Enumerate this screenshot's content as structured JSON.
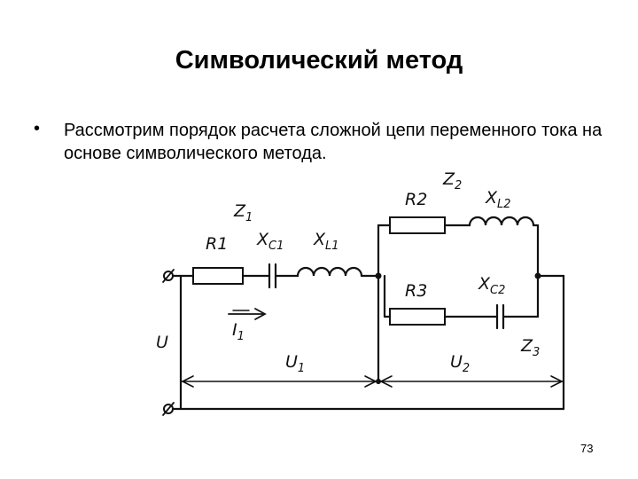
{
  "slide": {
    "title": "Символический метод",
    "bullet_symbol": "•",
    "bullet_text": "Рассмотрим порядок расчета сложной цепи переменного тока на основе символического метода.",
    "page_number": "73"
  },
  "diagram": {
    "labels": {
      "z1": "Z",
      "z1_sub": "1",
      "r1": "R1",
      "xc1": "X",
      "xc1_sub": "C1",
      "xl1": "X",
      "xl1_sub": "L1",
      "r2": "R2",
      "z2": "Z",
      "z2_sub": "2",
      "xl2": "X",
      "xl2_sub": "L2",
      "r3": "R3",
      "xc2": "X",
      "xc2_sub": "C2",
      "i1": "I",
      "i1_sub": "1",
      "u": "U",
      "u1": "U",
      "u1_sub": "1",
      "u2": "U",
      "u2_sub": "2",
      "z3": "Z",
      "z3_sub": "3"
    }
  }
}
